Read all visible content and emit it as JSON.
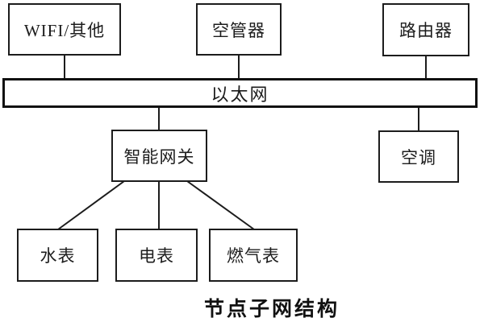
{
  "diagram": {
    "caption": "节点子网结构",
    "bus_label": "以太网",
    "nodes": {
      "wifi": "WIFI/其他",
      "air_controller": "空管器",
      "router": "路由器",
      "gateway": "智能网关",
      "air_conditioner": "空调",
      "water_meter": "水表",
      "electric_meter": "电表",
      "gas_meter": "燃气表"
    },
    "edges": [
      {
        "from": "wifi",
        "to": "ethernet-bus"
      },
      {
        "from": "air_controller",
        "to": "ethernet-bus"
      },
      {
        "from": "router",
        "to": "ethernet-bus"
      },
      {
        "from": "ethernet-bus",
        "to": "gateway"
      },
      {
        "from": "ethernet-bus",
        "to": "air_conditioner"
      },
      {
        "from": "gateway",
        "to": "water_meter"
      },
      {
        "from": "gateway",
        "to": "electric_meter"
      },
      {
        "from": "gateway",
        "to": "gas_meter"
      }
    ],
    "colors": {
      "line": "#1c1c1c",
      "background": "#ffffff"
    }
  }
}
